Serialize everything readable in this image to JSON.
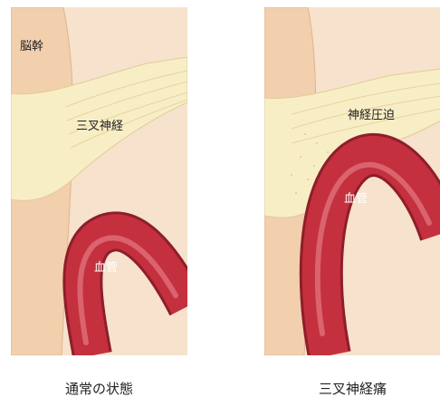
{
  "panels": {
    "normal": {
      "brainstem_label": "脳幹",
      "nerve_label": "三叉神経",
      "vessel_label": "血管",
      "caption": "通常の状態"
    },
    "neuralgia": {
      "compression_label": "神経圧迫",
      "vessel_label": "血管",
      "caption": "三叉神経痛"
    }
  },
  "colors": {
    "background_skin": "#f4dcc3",
    "brainstem": "#f2cfad",
    "nerve": "#f8eec6",
    "nerve_fiber": "#e4cc94",
    "vessel": "#c4303e",
    "vessel_highlight": "#e0707a",
    "vessel_edge": "#8e1e2a"
  }
}
